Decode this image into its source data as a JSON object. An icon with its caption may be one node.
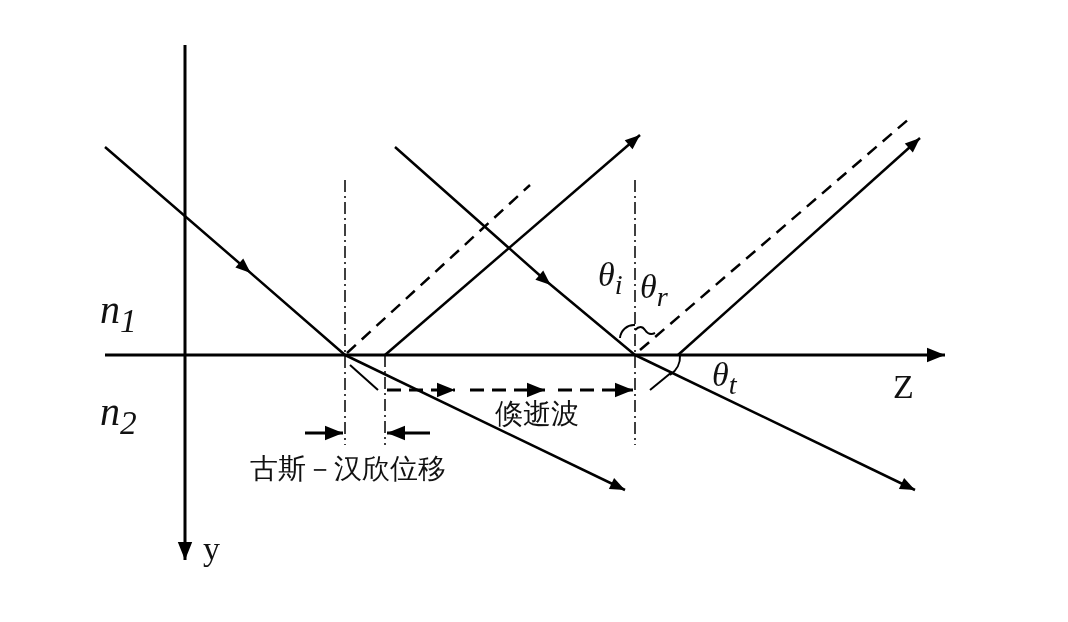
{
  "diagram": {
    "labels": [
      "θ$_{i}$",
      "θ$_{r}$",
      "n$_{1}$",
      "Z",
      "θ$_{t}$",
      "n$_{2}$",
      "倏逝波",
      "古斯－汉欣位移",
      "y"
    ]
  }
}
